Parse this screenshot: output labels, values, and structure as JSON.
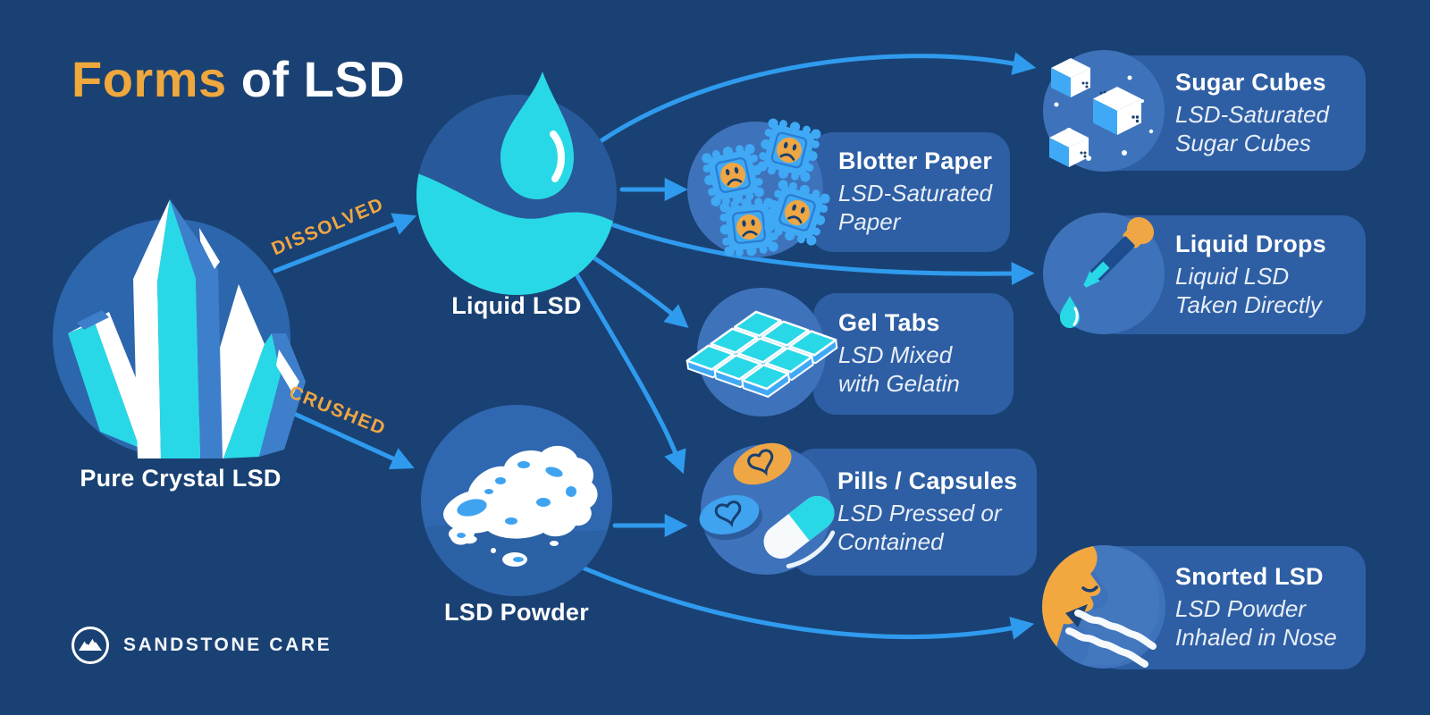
{
  "title": {
    "highlight": "Forms",
    "rest": " of LSD"
  },
  "nodes": {
    "crystal": {
      "label": "Pure Crystal LSD"
    },
    "liquid": {
      "label": "Liquid LSD"
    },
    "powder": {
      "label": "LSD Powder"
    }
  },
  "edges": {
    "dissolved": {
      "label": "DISSOLVED"
    },
    "crushed": {
      "label": "CRUSHED"
    }
  },
  "cards": {
    "sugar": {
      "title": "Sugar Cubes",
      "subtitle": "LSD-Saturated\nSugar Cubes",
      "icon": "sugar-cubes-icon"
    },
    "blotter": {
      "title": "Blotter Paper",
      "subtitle": "LSD-Saturated\nPaper",
      "icon": "blotter-stamps-icon"
    },
    "drops": {
      "title": "Liquid Drops",
      "subtitle": "Liquid LSD\nTaken Directly",
      "icon": "dropper-icon"
    },
    "gel": {
      "title": "Gel Tabs",
      "subtitle": "LSD Mixed\nwith Gelatin",
      "icon": "gel-tabs-icon"
    },
    "pills": {
      "title": "Pills / Capsules",
      "subtitle": "LSD Pressed or\nContained",
      "icon": "pills-capsules-icon"
    },
    "snorted": {
      "title": "Snorted LSD",
      "subtitle": "LSD Powder\nInhaled in Nose",
      "icon": "snorting-nose-icon"
    }
  },
  "footer": {
    "brand": "SANDSTONE CARE"
  },
  "colors": {
    "background": "#1A4173",
    "card": "#2E5FA4",
    "icon_circle": "#3E73BC",
    "arrow": "#2F9BEE",
    "cyan": "#29D8E6",
    "light_blue": "#3FA9F5",
    "orange": "#EFA644",
    "title_orange": "#EFA83D",
    "navy": "#17406F",
    "white": "#FFFFFF"
  }
}
